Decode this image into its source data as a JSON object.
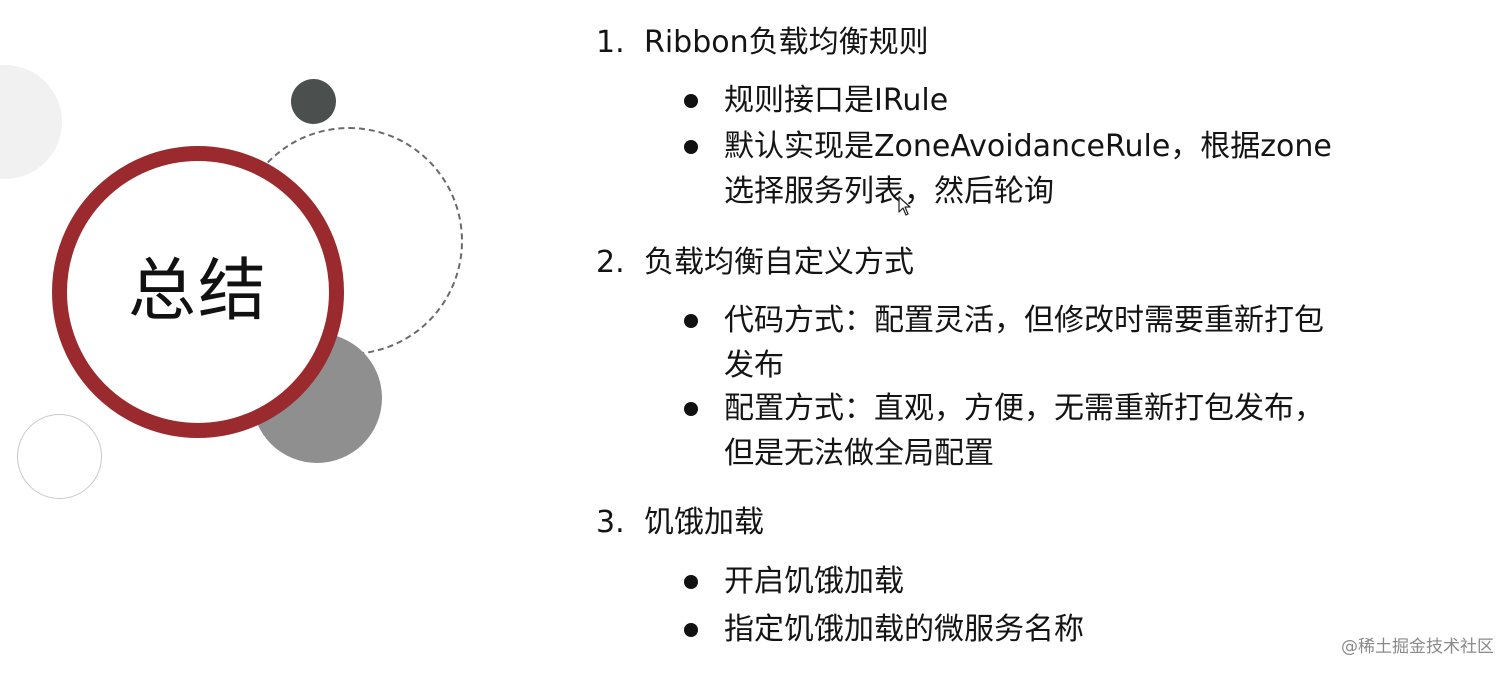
{
  "slide": {
    "title": "总结",
    "sections": [
      {
        "number": "1.",
        "heading": "Ribbon负载均衡规则",
        "bullets": [
          "规则接口是IRule",
          "默认实现是ZoneAvoidanceRule，根据zone选择服务列表，然后轮询"
        ]
      },
      {
        "number": "2.",
        "heading": "负载均衡自定义方式",
        "bullets": [
          "代码方式：配置灵活，但修改时需要重新打包发布",
          "配置方式：直观，方便，无需重新打包发布，但是无法做全局配置"
        ]
      },
      {
        "number": "3.",
        "heading": "饥饿加载",
        "bullets": [
          "开启饥饿加载",
          "指定饥饿加载的微服务名称"
        ]
      }
    ]
  },
  "watermark": "@稀土掘金技术社区",
  "colors": {
    "accent_ring": "#9a2a2e",
    "dark_circle": "#4b4f4e",
    "gray_circle": "#8f8f8f",
    "text": "#141414"
  },
  "icons": {
    "cursor": "mouse-pointer-icon"
  }
}
